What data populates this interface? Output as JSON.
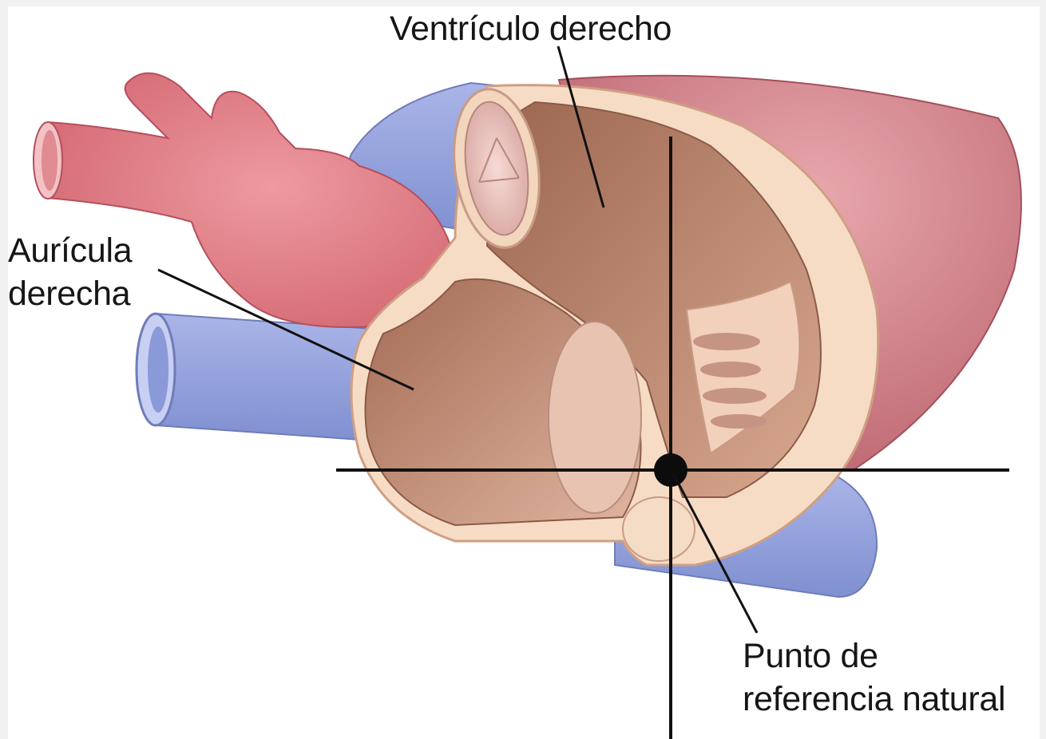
{
  "labels": {
    "ventricle_right": "Ventrículo derecho",
    "atrium_right_line1": "Aurícula",
    "atrium_right_line2": "derecha",
    "landmark_line1": "Punto de",
    "landmark_line2": "referencia natural"
  },
  "colors": {
    "background": "#f1f1f1",
    "aorta": "#d9747d",
    "vein": "#95a3dc",
    "heart_outer": "#c5727c",
    "wall": "#f6dcc4",
    "cavity": "#b58068",
    "reference_lines": "#111111"
  }
}
